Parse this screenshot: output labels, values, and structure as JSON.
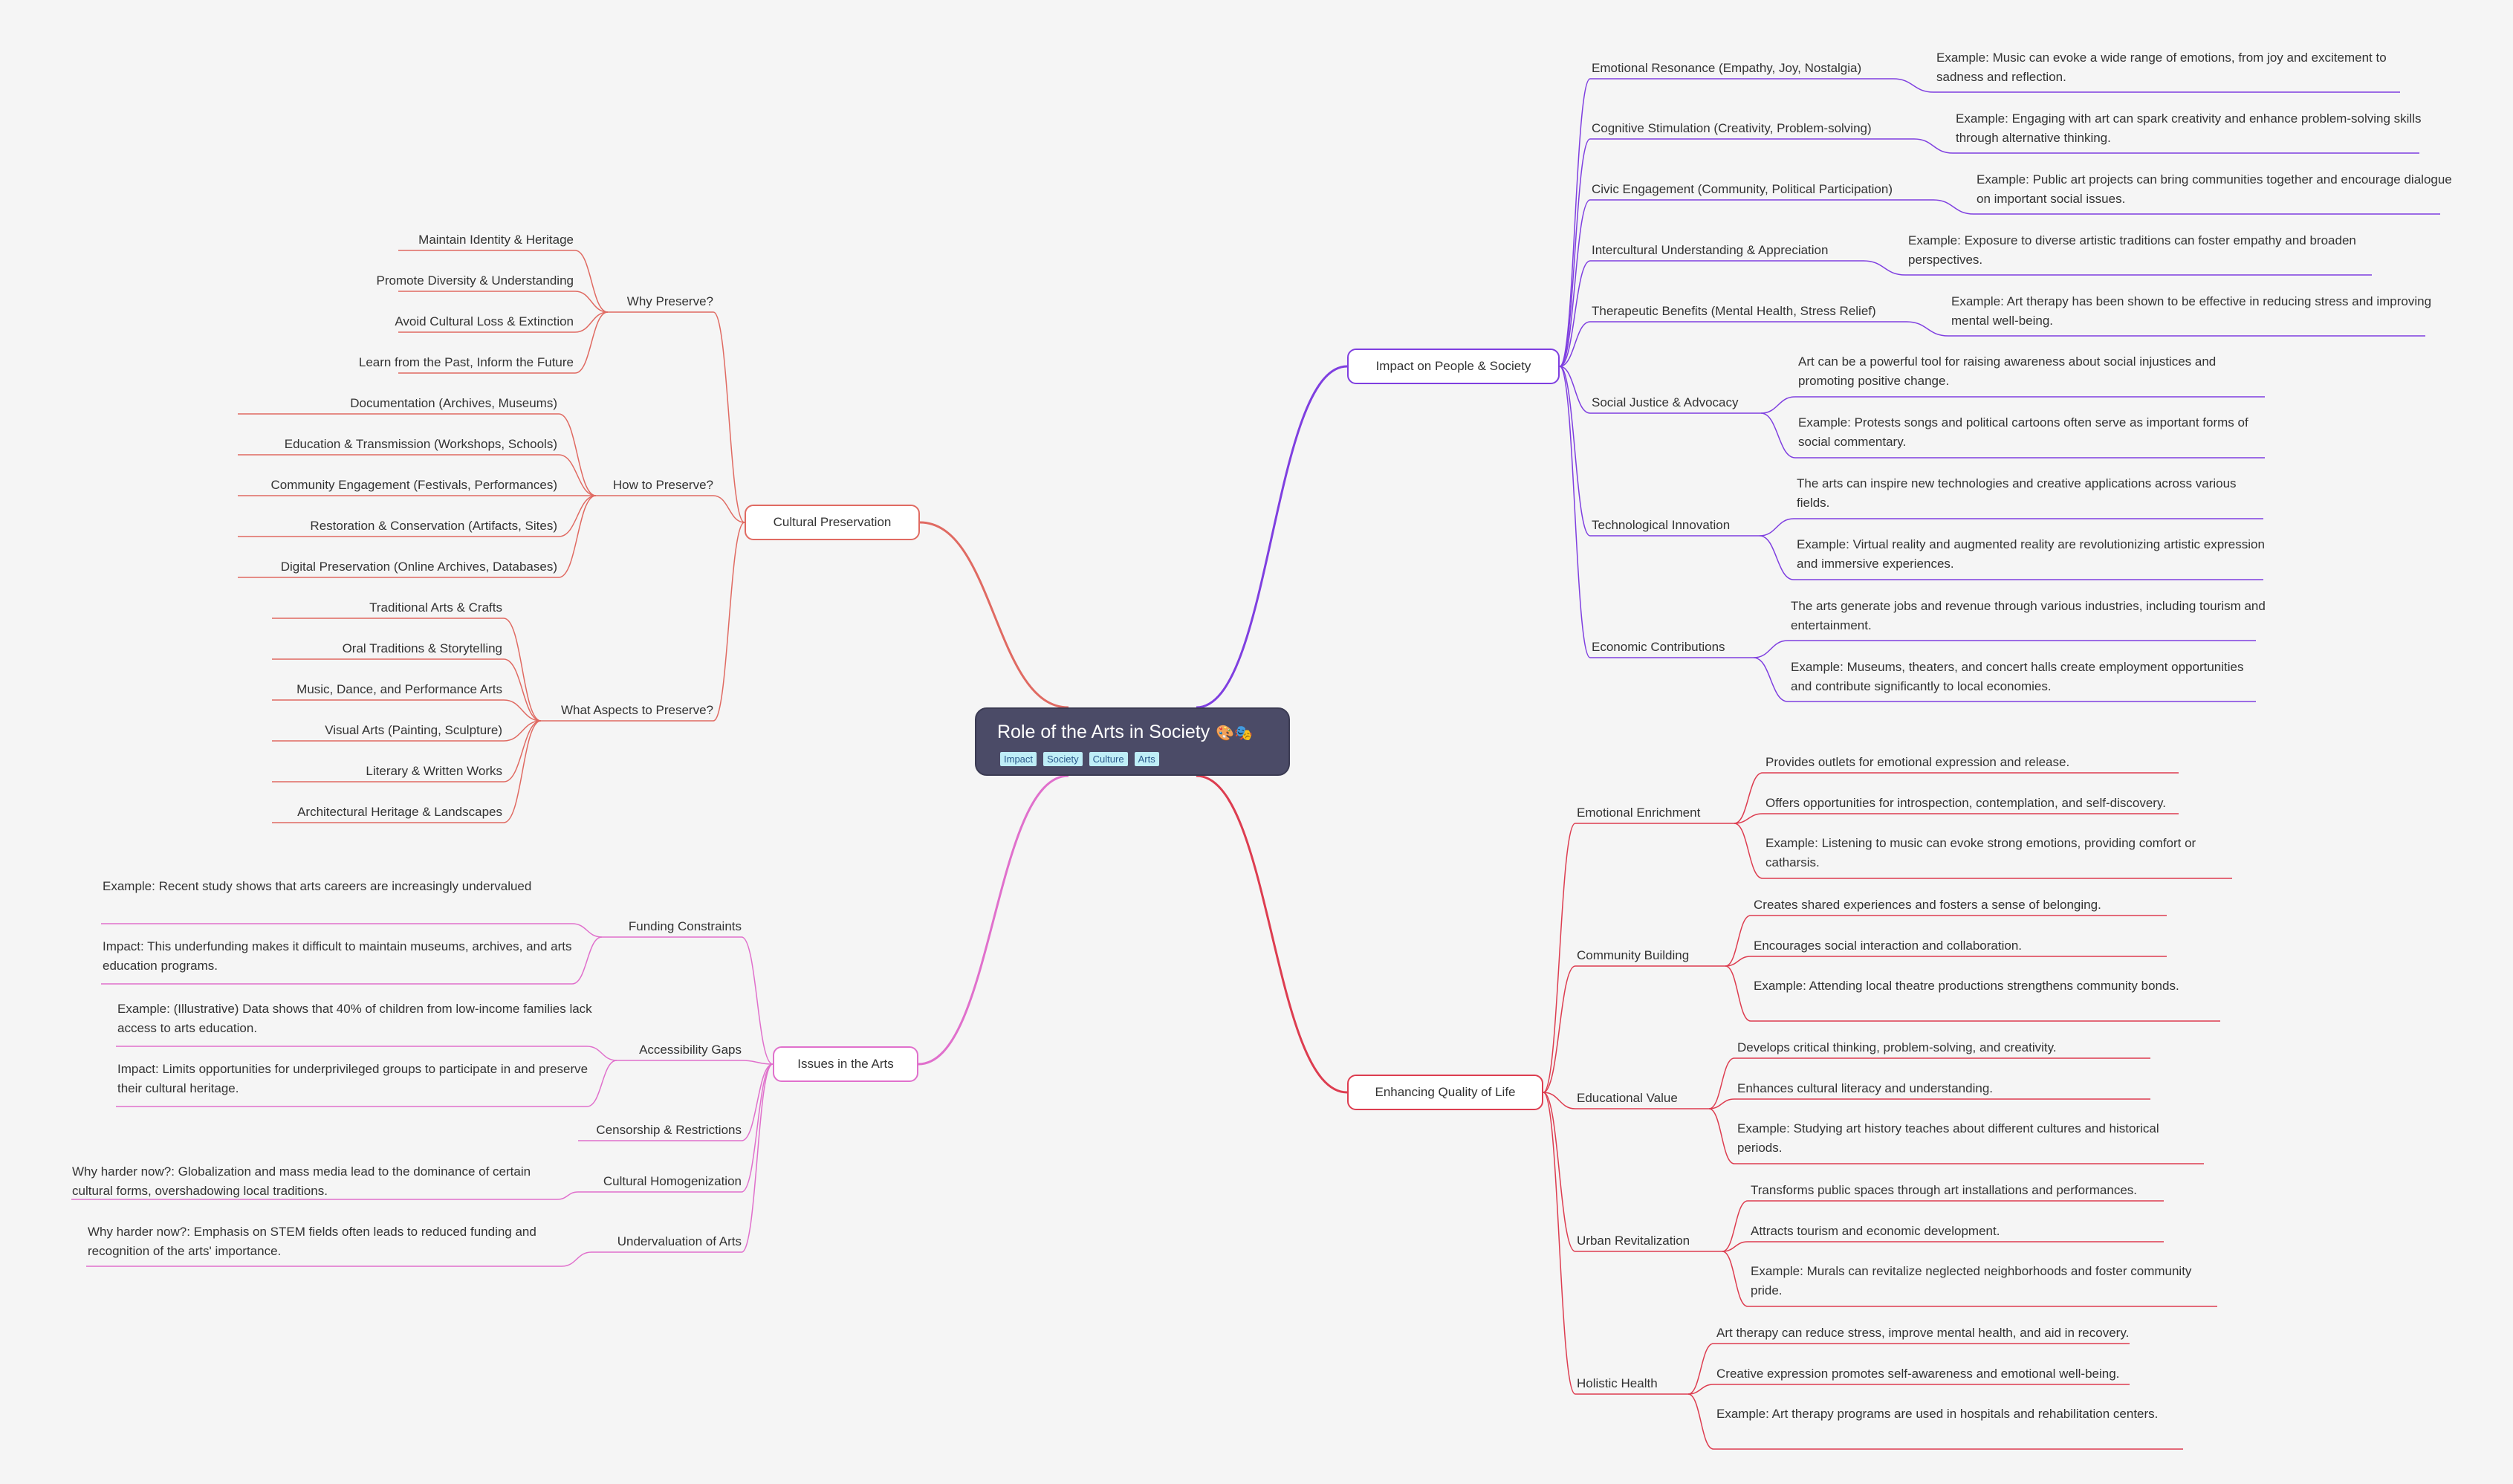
{
  "root": {
    "title": "Role of the Arts in Society",
    "emoji": "🎨🎭",
    "tags": [
      "Impact",
      "Society",
      "Culture",
      "Arts"
    ]
  },
  "colors": {
    "cultural_preservation": "#e06a62",
    "issues_in_the_arts": "#e070cc",
    "impact_on_people": "#7f3fe0",
    "enhancing_quality": "#dd3d50"
  },
  "cultural_preservation": {
    "label": "Cultural Preservation",
    "why_preserve": {
      "label": "Why Preserve?",
      "items": [
        "Maintain Identity & Heritage",
        "Promote Diversity & Understanding",
        "Avoid Cultural Loss & Extinction",
        "Learn from the Past, Inform the Future"
      ]
    },
    "how_to_preserve": {
      "label": "How to Preserve?",
      "items": [
        "Documentation (Archives, Museums)",
        "Education & Transmission (Workshops, Schools)",
        "Community Engagement (Festivals, Performances)",
        "Restoration & Conservation (Artifacts, Sites)",
        "Digital Preservation (Online Archives, Databases)"
      ]
    },
    "what_aspects": {
      "label": "What Aspects to Preserve?",
      "items": [
        "Traditional Arts & Crafts",
        "Oral Traditions & Storytelling",
        "Music, Dance, and Performance Arts",
        "Visual Arts (Painting, Sculpture)",
        "Literary & Written Works",
        "Architectural Heritage & Landscapes"
      ]
    }
  },
  "issues_in_the_arts": {
    "label": "Issues in the Arts",
    "funding": {
      "label": "Funding Constraints",
      "items": [
        "Example:  Recent study shows that arts careers are increasingly undervalued",
        "Impact: This underfunding makes it difficult to maintain museums, archives, and arts education programs."
      ]
    },
    "accessibility": {
      "label": "Accessibility Gaps",
      "items": [
        "Example: (Illustrative)  Data shows that 40% of children from low-income families lack access to arts education.",
        "Impact: Limits opportunities for underprivileged groups to participate in and preserve their cultural heritage."
      ]
    },
    "censorship": {
      "label": "Censorship & Restrictions"
    },
    "homogenization": {
      "label": "Cultural Homogenization",
      "items": [
        "Why harder now?: Globalization and mass media lead to the dominance of certain cultural forms, overshadowing local traditions."
      ]
    },
    "undervaluation": {
      "label": "Undervaluation of Arts",
      "items": [
        "Why harder now?:  Emphasis on STEM fields often leads to reduced funding and recognition of the arts' importance."
      ]
    }
  },
  "impact_on_people": {
    "label": "Impact on People & Society",
    "emotional": {
      "label": "Emotional Resonance (Empathy, Joy, Nostalgia)",
      "items": [
        "Example:  Music can evoke a wide range of emotions, from joy and excitement to sadness and reflection."
      ]
    },
    "cognitive": {
      "label": "Cognitive Stimulation (Creativity, Problem-solving)",
      "items": [
        "Example: Engaging with art can spark creativity and enhance problem-solving skills through alternative thinking."
      ]
    },
    "civic": {
      "label": "Civic Engagement (Community, Political Participation)",
      "items": [
        "Example:  Public art projects can bring communities together and encourage dialogue on important social issues."
      ]
    },
    "intercultural": {
      "label": "Intercultural Understanding & Appreciation",
      "items": [
        "Example:  Exposure to diverse artistic traditions can foster empathy and broaden perspectives."
      ]
    },
    "therapeutic": {
      "label": "Therapeutic Benefits (Mental Health, Stress Relief)",
      "items": [
        "Example: Art therapy has been shown to be effective in reducing stress and improving mental well-being."
      ]
    },
    "social_justice": {
      "label": "Social Justice & Advocacy",
      "items": [
        "Art can be a powerful tool for raising awareness about social injustices and promoting positive change.",
        "Example:  Protests songs and political cartoons often serve as important forms of social commentary."
      ]
    },
    "technological": {
      "label": "Technological Innovation",
      "items": [
        "The arts can inspire new technologies and creative applications across various fields.",
        "Example:  Virtual reality and augmented reality are revolutionizing artistic expression and immersive experiences."
      ]
    },
    "economic": {
      "label": "Economic Contributions",
      "items": [
        "The arts generate jobs and revenue through various industries, including tourism and entertainment.",
        "Example:  Museums, theaters, and concert halls create employment opportunities and contribute significantly to local economies."
      ]
    }
  },
  "enhancing_quality": {
    "label": "Enhancing Quality of Life",
    "emotional": {
      "label": "Emotional Enrichment",
      "items": [
        "Provides outlets for emotional expression and release.",
        "Offers opportunities for introspection, contemplation, and self-discovery.",
        "Example:  Listening to music can evoke strong emotions, providing comfort or catharsis."
      ]
    },
    "community": {
      "label": "Community Building",
      "items": [
        "Creates shared experiences and fosters a sense of belonging.",
        "Encourages social interaction and collaboration.",
        "Example: Attending local theatre productions strengthens community bonds."
      ]
    },
    "educational": {
      "label": "Educational Value",
      "items": [
        "Develops critical thinking, problem-solving, and creativity.",
        "Enhances cultural literacy and understanding.",
        "Example: Studying art history teaches about different cultures and historical periods."
      ]
    },
    "urban": {
      "label": "Urban Revitalization",
      "items": [
        "Transforms public spaces through art installations and performances.",
        "Attracts tourism and economic development.",
        "Example: Murals can revitalize neglected neighborhoods and foster community pride."
      ]
    },
    "holistic": {
      "label": "Holistic Health",
      "items": [
        "Art therapy can reduce stress, improve mental health, and aid in recovery.",
        "Creative expression promotes self-awareness and emotional well-being.",
        "Example: Art therapy programs are used in hospitals and rehabilitation centers."
      ]
    }
  }
}
